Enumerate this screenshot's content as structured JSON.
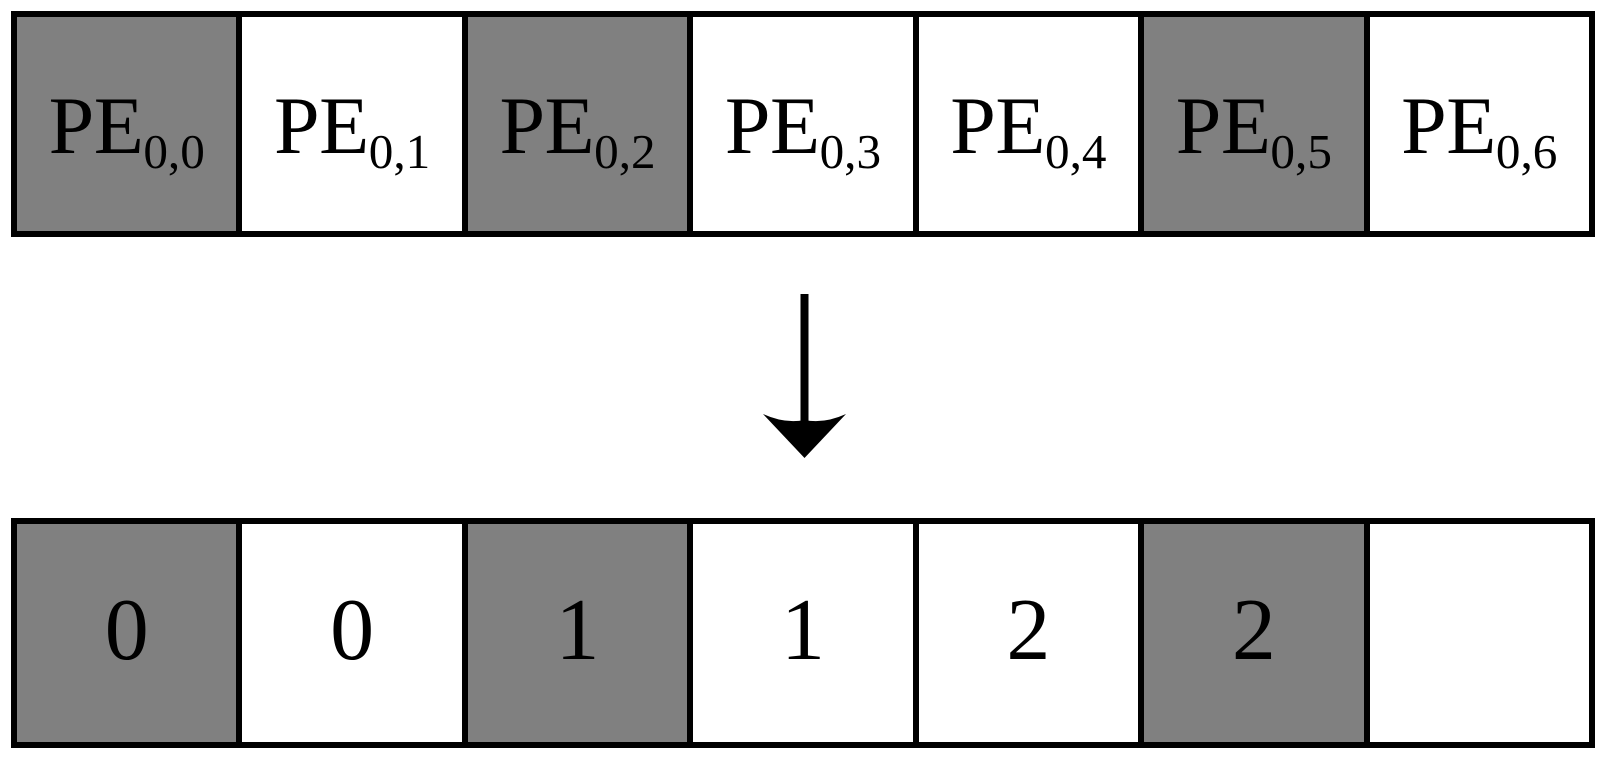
{
  "figure": {
    "shaded_color": "#808080",
    "unshaded_color": "#ffffff",
    "border_color": "#000000",
    "arrow": {
      "icon": "arrow-down-icon",
      "direction": "down",
      "color": "#000000"
    }
  },
  "top_row": {
    "name": "processing-element-row",
    "cells": [
      {
        "prefix": "PE",
        "subscript": "0,0",
        "shaded": true
      },
      {
        "prefix": "PE",
        "subscript": "0,1",
        "shaded": false
      },
      {
        "prefix": "PE",
        "subscript": "0,2",
        "shaded": true
      },
      {
        "prefix": "PE",
        "subscript": "0,3",
        "shaded": false
      },
      {
        "prefix": "PE",
        "subscript": "0,4",
        "shaded": false
      },
      {
        "prefix": "PE",
        "subscript": "0,5",
        "shaded": true
      },
      {
        "prefix": "PE",
        "subscript": "0,6",
        "shaded": false
      }
    ]
  },
  "bottom_row": {
    "name": "mapped-value-row",
    "cells": [
      {
        "value": "0",
        "shaded": true
      },
      {
        "value": "0",
        "shaded": false
      },
      {
        "value": "1",
        "shaded": true
      },
      {
        "value": "1",
        "shaded": false
      },
      {
        "value": "2",
        "shaded": false
      },
      {
        "value": "2",
        "shaded": true
      },
      {
        "value": "",
        "shaded": false
      }
    ]
  }
}
